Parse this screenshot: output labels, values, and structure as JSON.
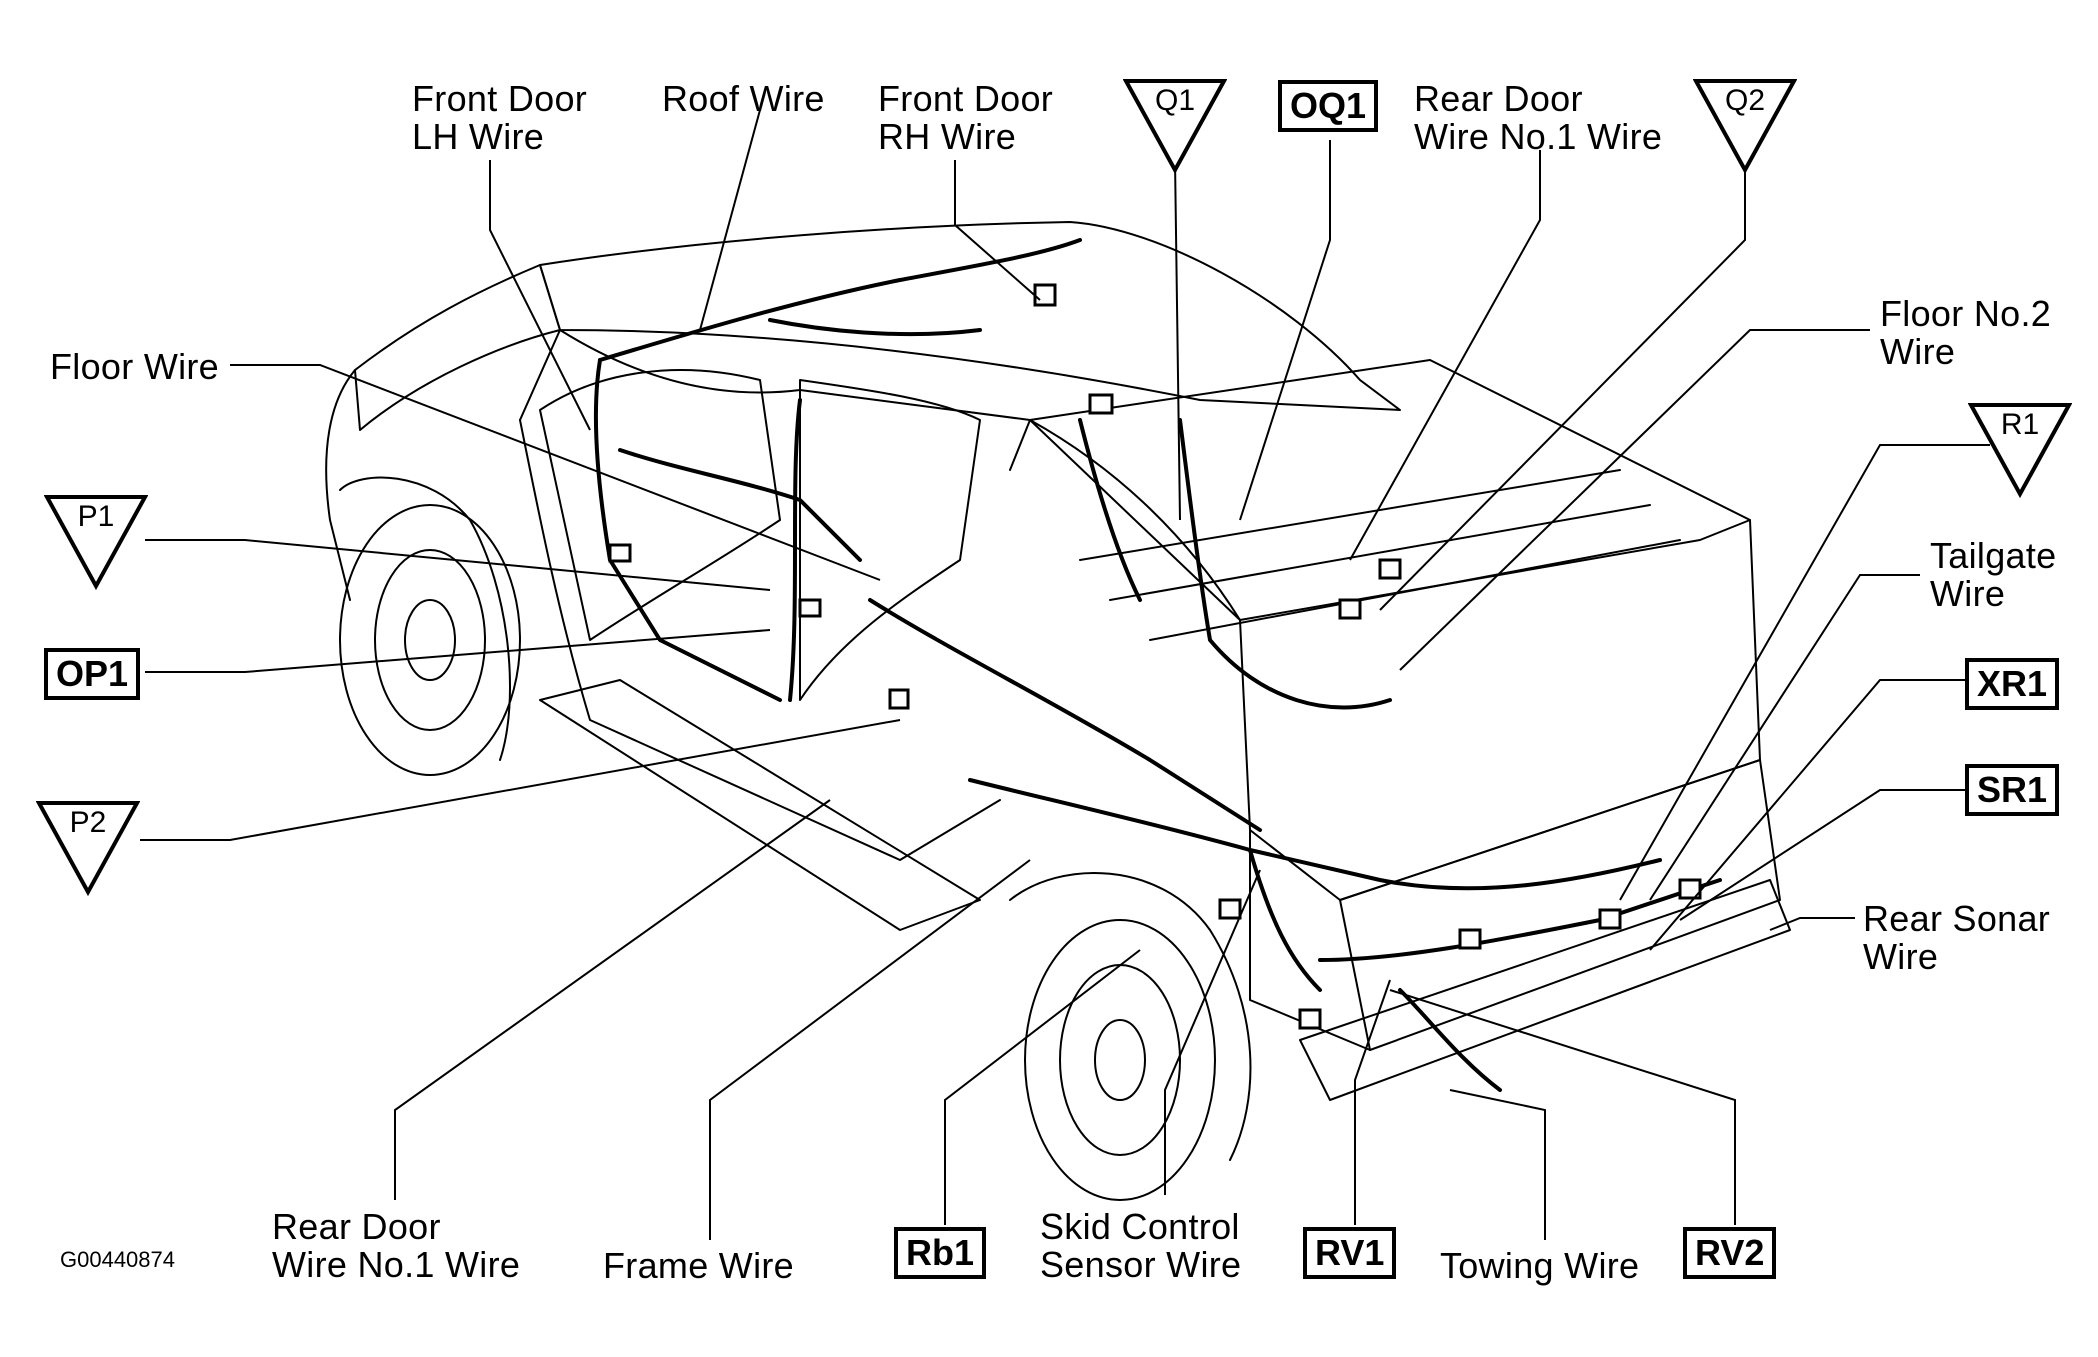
{
  "labels": {
    "front_door_lh": [
      "Front Door",
      "LH Wire"
    ],
    "roof": [
      "Roof Wire"
    ],
    "front_door_rh": [
      "Front Door",
      "RH Wire"
    ],
    "rear_door_no1_top": [
      "Rear Door",
      "Wire No.1 Wire"
    ],
    "floor_no2": [
      "Floor No.2",
      "Wire"
    ],
    "floor": [
      "Floor Wire"
    ],
    "tailgate": [
      "Tailgate",
      "Wire"
    ],
    "rear_sonar": [
      "Rear Sonar",
      "Wire"
    ],
    "rear_door_no1_bottom": [
      "Rear Door",
      "Wire No.1 Wire"
    ],
    "frame": [
      "Frame Wire"
    ],
    "skid_control": [
      "Skid Control",
      "Sensor Wire"
    ],
    "towing": [
      "Towing Wire"
    ]
  },
  "connectors": {
    "triangles": {
      "q1": "Q1",
      "q2": "Q2",
      "p1": "P1",
      "p2": "P2",
      "r1": "R1"
    },
    "boxes": {
      "oq1": "OQ1",
      "op1": "OP1",
      "xr1": "XR1",
      "sr1": "SR1",
      "rb1": "Rb1",
      "rv1": "RV1",
      "rv2": "RV2"
    }
  },
  "figure_code": "G00440874"
}
